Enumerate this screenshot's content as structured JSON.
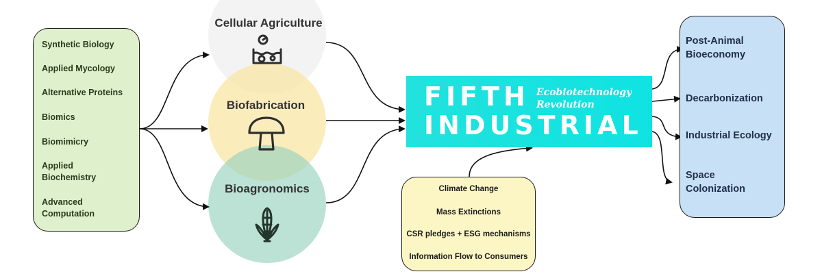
{
  "inputs": {
    "items": [
      "Synthetic Biology",
      "Applied Mycology",
      "Alternative Proteins",
      "Biomics",
      "Biomimicry",
      "Applied Biochemistry",
      "Advanced Computation"
    ]
  },
  "domains": {
    "cellular": "Cellular Agriculture",
    "biofabrication": "Biofabrication",
    "bioagronomics": "Bioagronomics"
  },
  "banner": {
    "line1": "FIFTH",
    "line2": "INDUSTRIAL",
    "subtitle_line1": "Ecobiotechnology",
    "subtitle_line2": "Revolution"
  },
  "drivers": {
    "items": [
      "Climate Change",
      "Mass Extinctions",
      "CSR pledges + ESG mechanisms",
      "Information Flow to Consumers"
    ]
  },
  "outcomes": {
    "items": [
      "Post-Animal Bioeconomy",
      "Decarbonization",
      "Industrial Ecology",
      "Space Colonization"
    ]
  },
  "colors": {
    "inputs_fill": "#dff1cc",
    "drivers_fill": "#fbf6c4",
    "outcomes_fill": "#c8e0f6",
    "banner_fill": "#14e3e0",
    "cellular_circle": "#ececec",
    "biofabrication_circle": "#fae4a0",
    "bioagronomics_circle": "#96d2be"
  },
  "icons": {
    "cellular": "bioreactor-cells-icon",
    "biofabrication": "mushroom-icon",
    "bioagronomics": "corn-icon"
  }
}
